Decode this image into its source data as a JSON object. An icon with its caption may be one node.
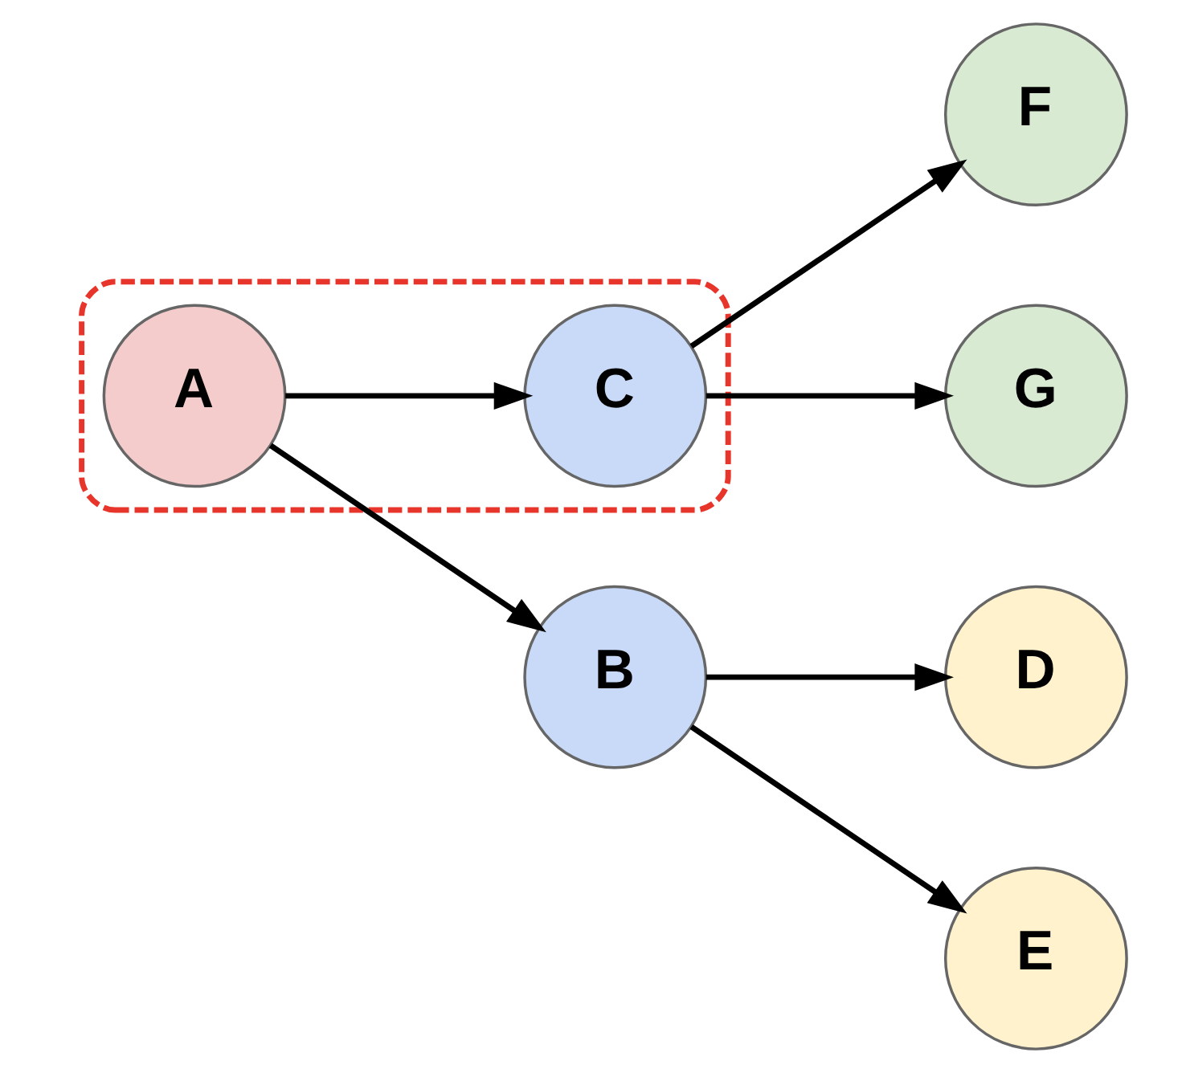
{
  "diagram": {
    "nodes": [
      {
        "text": [],
        "shape": "box"
      },
      {
        "text": [
          "A"
        ],
        "in": 0
      },
      {
        "text": [
          "B"
        ]
      },
      {
        "text": [
          "C"
        ],
        "in": 0
      },
      {
        "text": [
          "D"
        ]
      },
      {
        "text": [
          "E"
        ]
      },
      {
        "text": [
          "F"
        ]
      },
      {
        "text": [
          "G"
        ]
      }
    ],
    "edges": [
      {
        "from": 1,
        "to": 2,
        "arrow": "to"
      },
      {
        "from": 1,
        "to": 3,
        "arrow": "to"
      },
      {
        "from": 2,
        "to": 4,
        "arrow": "to"
      },
      {
        "from": 2,
        "to": 5,
        "arrow": "to"
      },
      {
        "from": 3,
        "to": 6,
        "arrow": "to"
      },
      {
        "from": 3,
        "to": 7,
        "arrow": "to"
      }
    ]
  }
}
